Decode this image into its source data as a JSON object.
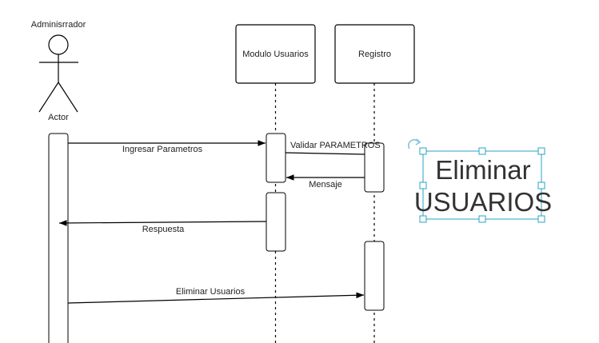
{
  "actor": {
    "name": "Adminisrrador",
    "label": "Actor"
  },
  "lifelines": [
    {
      "id": "modulo",
      "title": "Modulo Usuarios"
    },
    {
      "id": "registro",
      "title": "Registro"
    }
  ],
  "messages": [
    {
      "label": "Ingresar Parametros"
    },
    {
      "label": "Validar PARAMETROS"
    },
    {
      "label": "Mensaje"
    },
    {
      "label": "Respuesta"
    },
    {
      "label": "Eliminar Usuarios"
    }
  ],
  "selected_text": {
    "line1": "Eliminar",
    "line2": "USUARIOS"
  },
  "colors": {
    "line": "#000000",
    "selection": "#29a3c7",
    "text": "#333333"
  }
}
